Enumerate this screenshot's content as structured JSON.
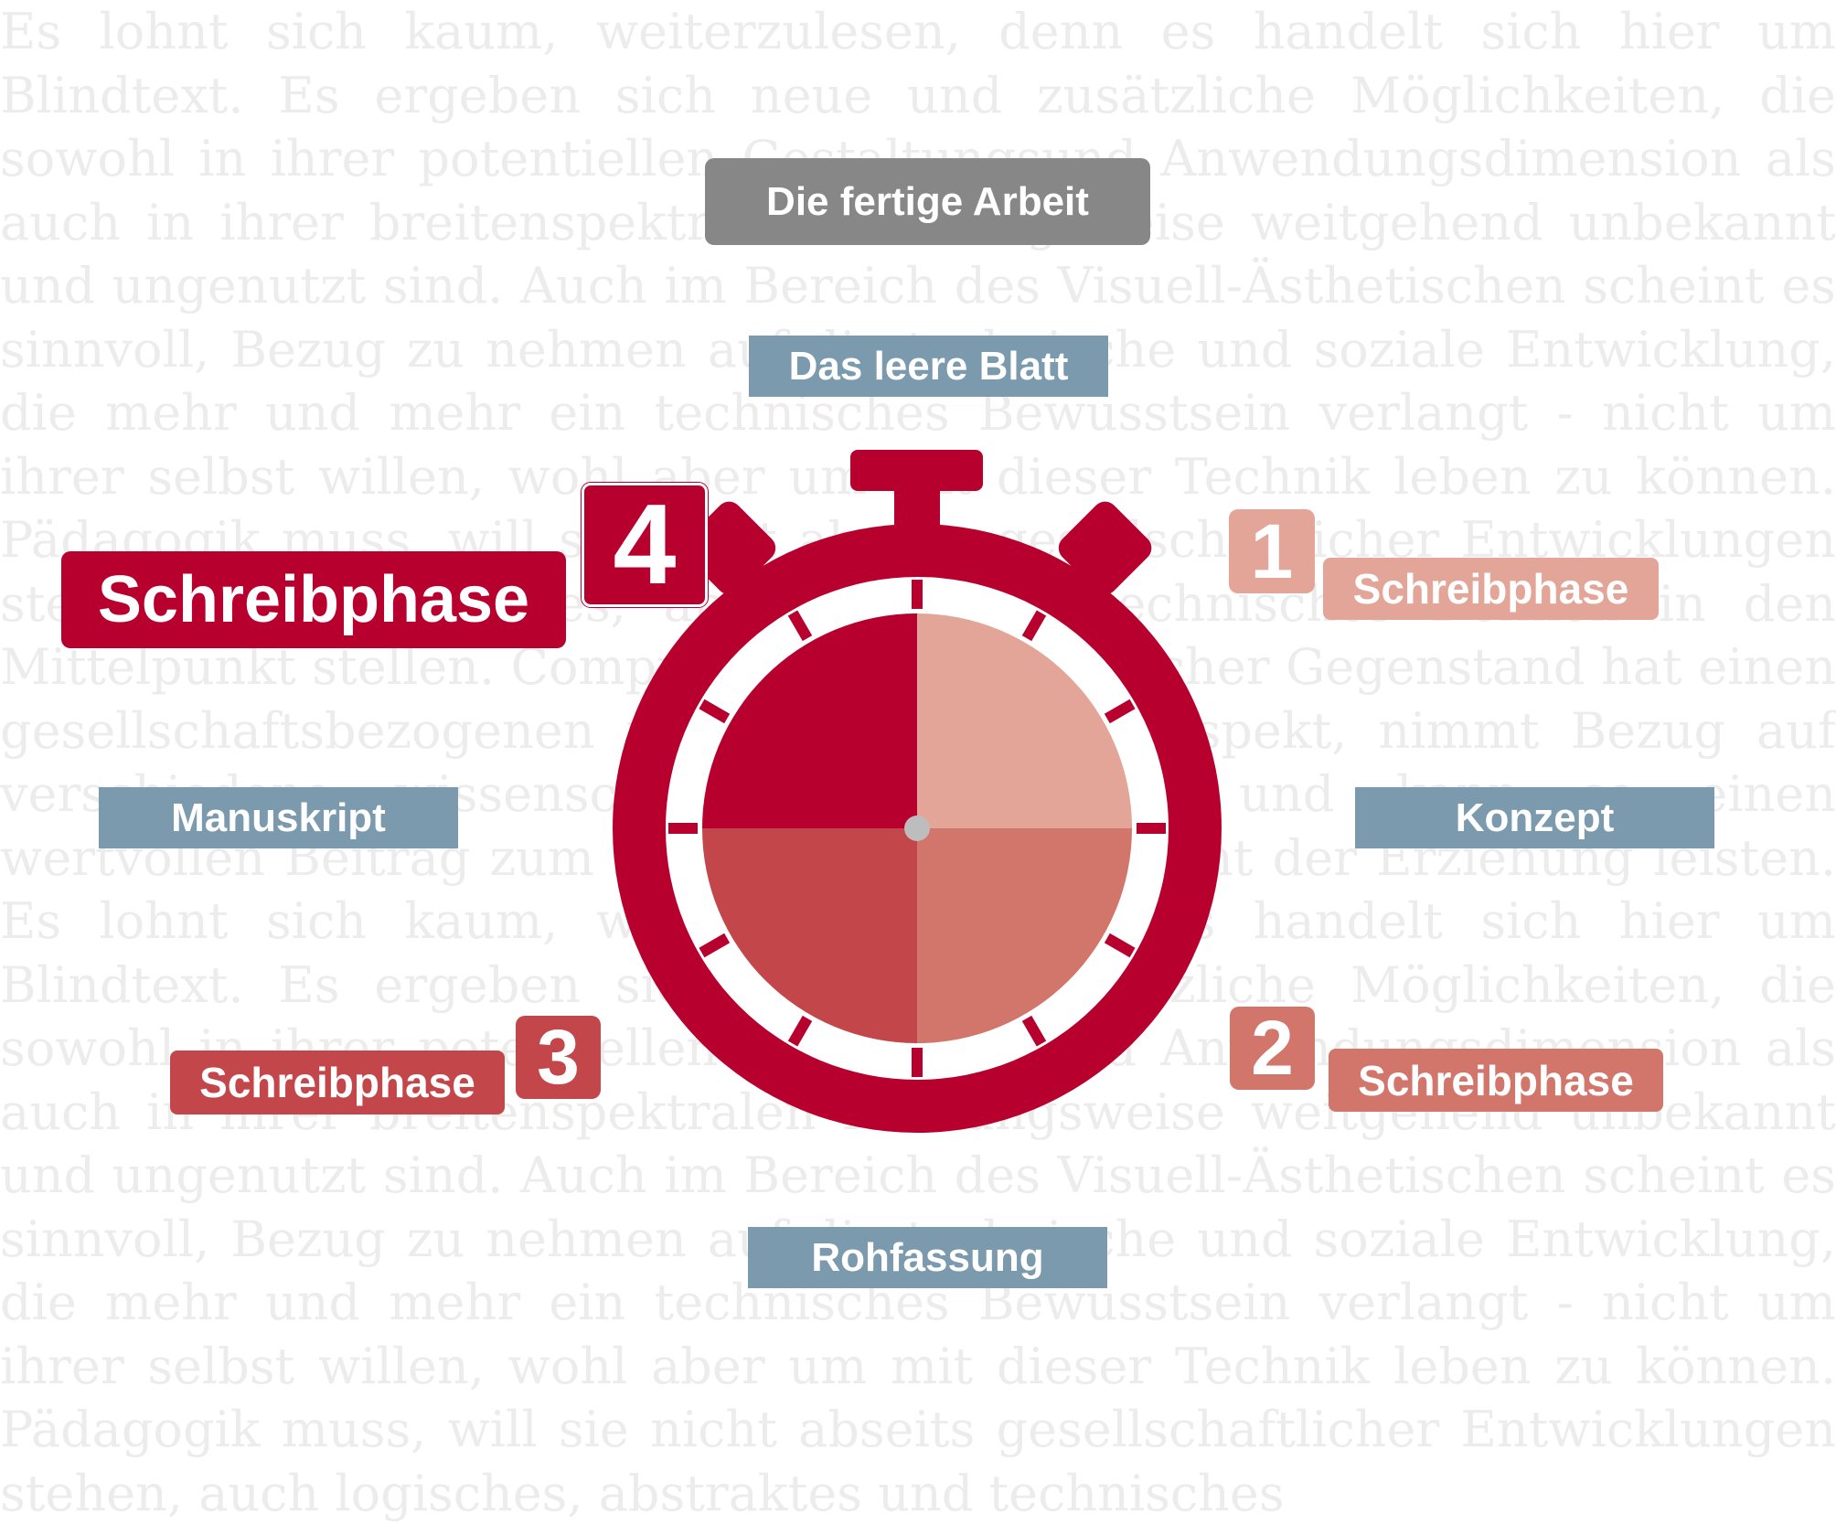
{
  "background_text": "Es lohnt sich kaum, weiterzulesen, denn es handelt sich hier um Blindtext. Es ergeben sich neue und zusätzliche Möglichkeiten, die sowohl in ihrer potentiellen Gestaltungsund Anwendungsdimension als auch in ihrer breitenspektralen Nutzungsweise weitgehend unbekannt und ungenutzt sind. Auch im Bereich des Visuell-Ästhetischen scheint es sinnvoll, Bezug zu nehmen auf die technische und soziale Entwicklung, die mehr und mehr ein technisches Bewusstsein verlangt - nicht um ihrer selbst willen, wohl aber um mit dieser Technik leben zu können. Pädagogik muss, will sie nicht abseits gesellschaftlicher Entwicklungen stehen, auch logisches, abstraktes und technisches Denken in den Mittelpunkt stellen. Computer als fachspezifischer Gegenstand hat einen gesellschaftsbezogenen und pädagogischen Aspekt, nimmt Bezug auf verschiedene wissenschaftliche Disziplinen und kann so einen wertvollen Beitrag zum interdisziplinäre Moment der Erziehung leisten. Es lohnt sich kaum, weiterzulesen, denn es handelt sich hier um Blindtext. Es ergeben sich neue und zusätzliche Möglichkeiten, die sowohl in ihrer potentiellen Gestaltungsund Anwendungsdimension als auch in ihrer breitenspektralen Nutzungsweise weitgehend unbekannt und ungenutzt sind. Auch im Bereich des Visuell-Ästhetischen scheint es sinnvoll, Bezug zu nehmen auf die technische und soziale Entwicklung, die mehr und mehr ein technisches Bewusstsein verlangt - nicht um ihrer selbst willen, wohl aber um mit dieser Technik leben zu können. Pädagogik muss, will sie nicht abseits gesellschaftlicher Entwicklungen stehen, auch logisches, abstraktes und technisches",
  "milestones": {
    "finished": "Die fertige Arbeit",
    "blank_page": "Das leere Blatt",
    "concept": "Konzept",
    "draft": "Rohfassung",
    "manuscript": "Manuskript"
  },
  "phases": [
    {
      "number": "1",
      "label": "Schreibphase",
      "color": "#e3a598"
    },
    {
      "number": "2",
      "label": "Schreibphase",
      "color": "#d2756a"
    },
    {
      "number": "3",
      "label": "Schreibphase",
      "color": "#c3474a"
    },
    {
      "number": "4",
      "label": "Schreibphase",
      "color": "#b8002e"
    }
  ],
  "colors": {
    "watch": "#b8002e",
    "milestone_box": "#7b9aae",
    "finished_box": "#878787",
    "center_dot": "#bdbdbd"
  }
}
